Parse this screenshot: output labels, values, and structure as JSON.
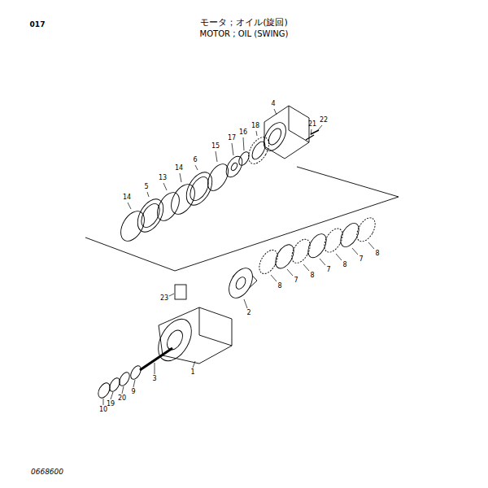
{
  "diagram": {
    "title": "モータ；オイル(旋回)",
    "labels": [
      "017",
      "MOTOR ; OIL (SWING)",
      "4",
      "22",
      "21",
      "18",
      "16",
      "17",
      "15",
      "6",
      "14",
      "13",
      "5",
      "14",
      "8",
      "7",
      "8",
      "7",
      "8",
      "7",
      "8",
      "23",
      "2",
      "1",
      "3",
      "9",
      "20",
      "19",
      "10",
      "0668600"
    ]
  }
}
